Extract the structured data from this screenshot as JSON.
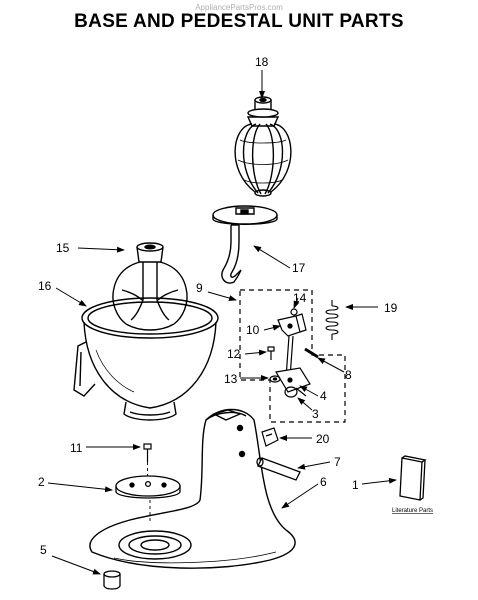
{
  "watermark": "AppliancePartsPros.com",
  "title": "BASE AND PEDESTAL UNIT PARTS",
  "callouts": {
    "c1": "1",
    "c2": "2",
    "c3": "3",
    "c4": "4",
    "c5": "5",
    "c6": "6",
    "c7": "7",
    "c8": "8",
    "c9": "9",
    "c10": "10",
    "c11": "11",
    "c12": "12",
    "c13": "13",
    "c14": "14",
    "c15": "15",
    "c16": "16",
    "c17": "17",
    "c18": "18",
    "c19": "19",
    "c20": "20"
  },
  "literature_label": "Literature Parts"
}
